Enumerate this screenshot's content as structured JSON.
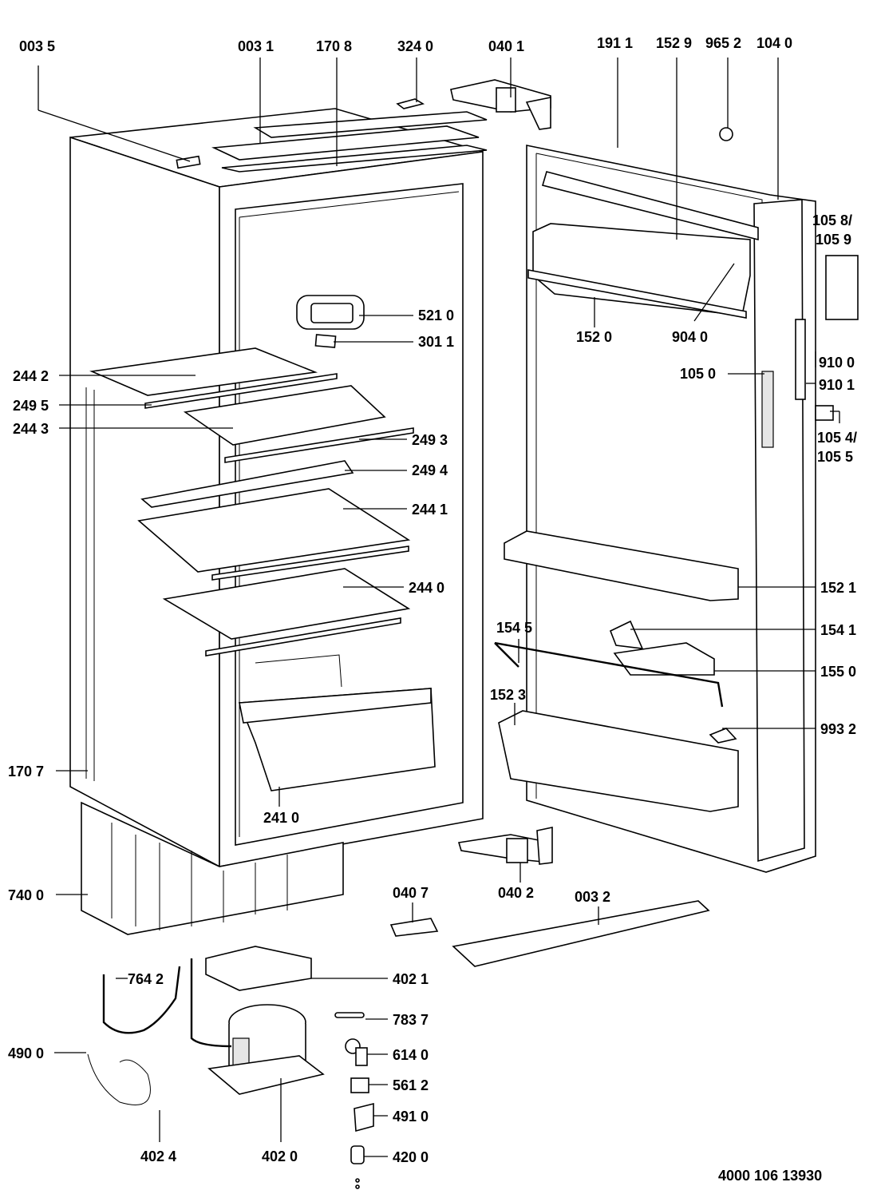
{
  "drawing_number": "4000 106 13930",
  "labels": {
    "p0035": "003 5",
    "p0031": "003 1",
    "p1708": "170 8",
    "p3240": "324 0",
    "p0401": "040 1",
    "p1911": "191 1",
    "p1529": "152 9",
    "p9652": "965 2",
    "p1040": "104 0",
    "p1058": "105 8/",
    "p1059": "105 9",
    "p5210": "521 0",
    "p3011": "301 1",
    "p1520": "152 0",
    "p9040": "904 0",
    "p9100": "910 0",
    "p1050": "105 0",
    "p9101": "910 1",
    "p2442": "244 2",
    "p2495": "249 5",
    "p2443": "244 3",
    "p2493": "249 3",
    "p1054": "105 4/",
    "p1055": "105 5",
    "p2494": "249 4",
    "p2441": "244 1",
    "p2440": "244 0",
    "p1521": "152 1",
    "p1545": "154 5",
    "p1541": "154 1",
    "p1550": "155 0",
    "p1523": "152 3",
    "p9932": "993 2",
    "p1707": "170 7",
    "p2410": "241 0",
    "p7400": "740 0",
    "p0407": "040 7",
    "p0402": "040 2",
    "p0032": "003 2",
    "p7642": "764 2",
    "p4021": "402 1",
    "p7837": "783 7",
    "p4900": "490 0",
    "p6140": "614 0",
    "p5612": "561 2",
    "p4910": "491 0",
    "p4024": "402 4",
    "p4020": "402 0",
    "p4200": "420 0"
  }
}
